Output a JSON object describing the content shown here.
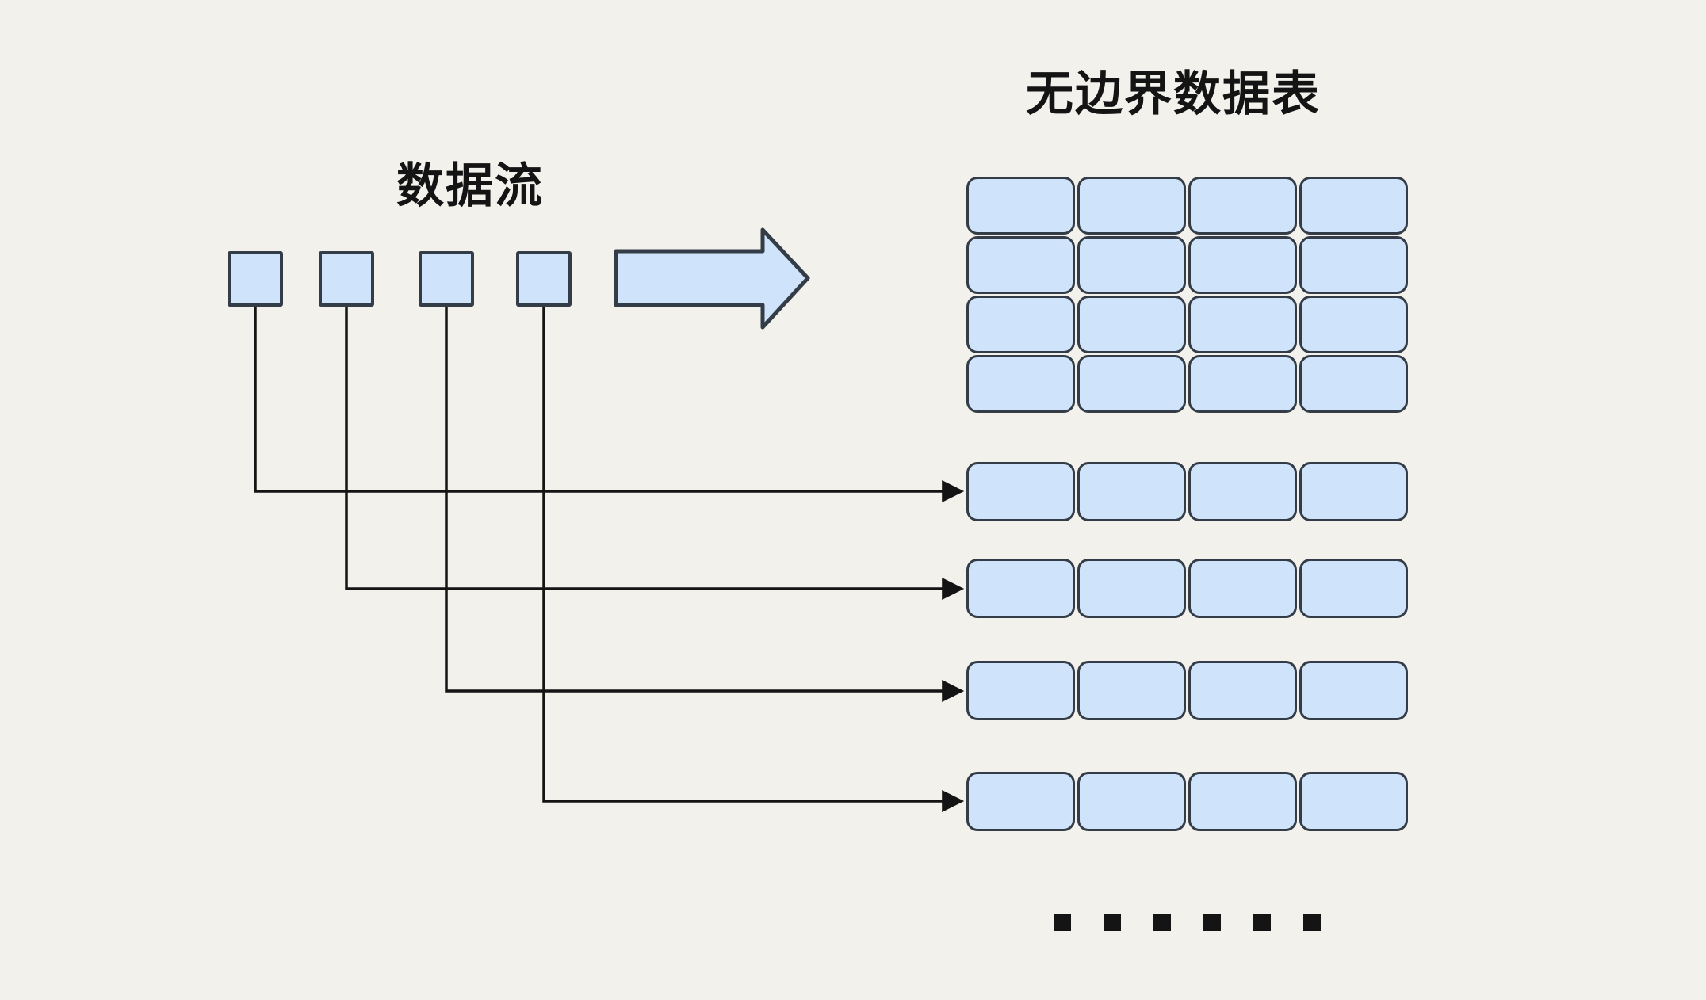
{
  "colors": {
    "background": "#f2f1ec",
    "box_fill": "#cfe3fa",
    "box_border": "#343d47",
    "connector": "#141414",
    "text": "#141414"
  },
  "stream": {
    "label": "数据流",
    "item_count": 4
  },
  "flow_arrow": {
    "direction": "right"
  },
  "unbounded_table": {
    "label": "无边界数据表",
    "grid": {
      "rows": 4,
      "cols": 4,
      "cell_count": 16
    },
    "appended_rows": {
      "count": 4,
      "cells_per_row": 4,
      "cell_count": 4
    },
    "ellipsis_dot_count": 6
  }
}
